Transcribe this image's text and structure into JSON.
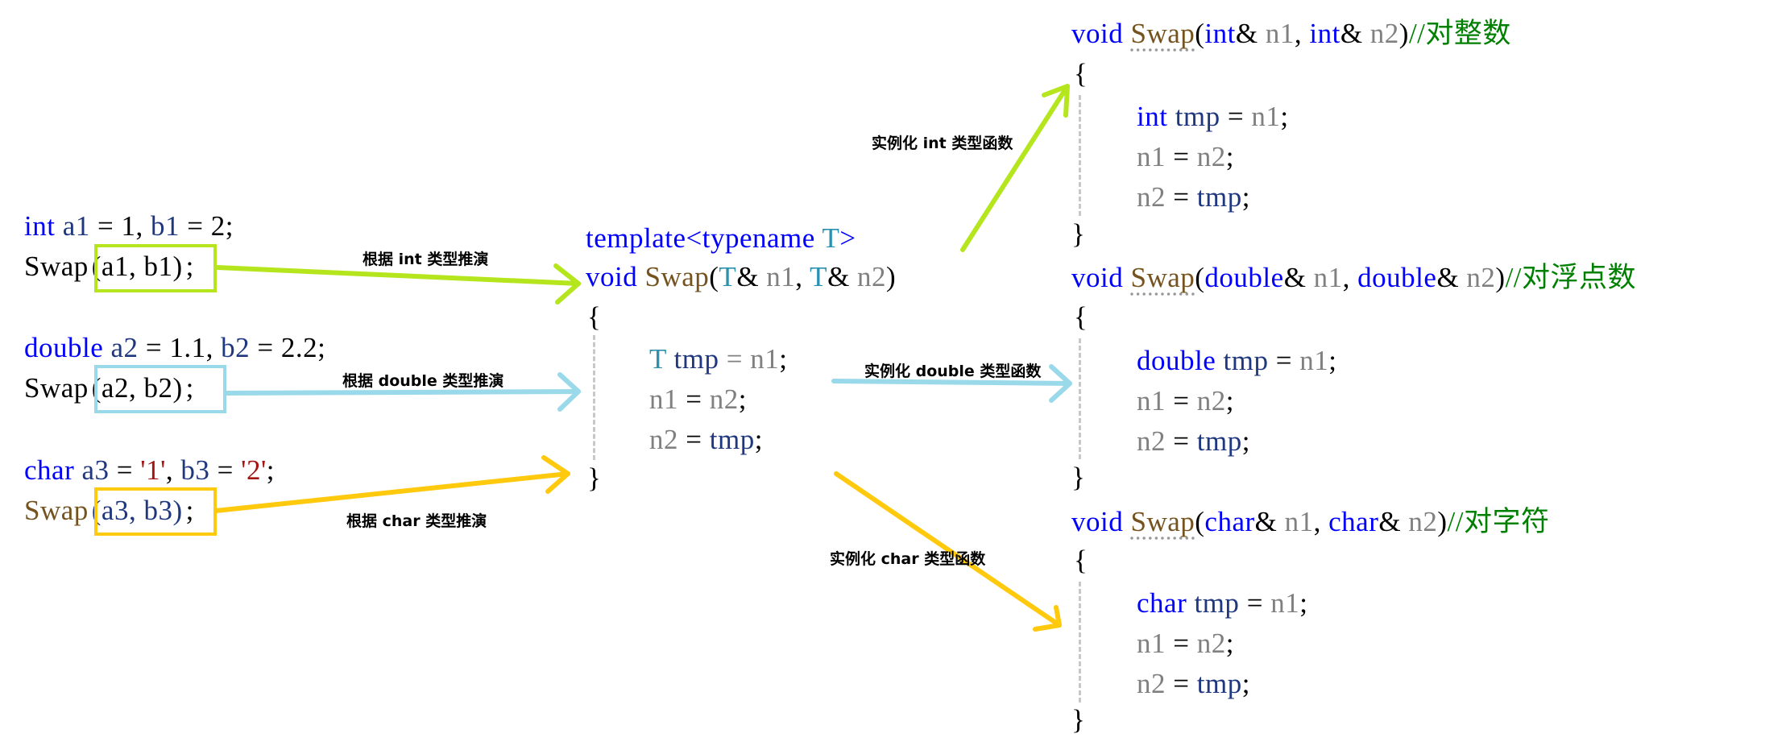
{
  "colors": {
    "int_arrow": "#b5e61d",
    "double_arrow": "#99d9ea",
    "char_arrow": "#ffc90e",
    "keyword": "#0000ff",
    "variable": "#1f377f",
    "parameter": "#808080",
    "function": "#74531f",
    "type_param": "#2b91af",
    "char_literal": "#a31515",
    "comment": "#008000"
  },
  "calls": [
    {
      "decl": {
        "type": "int",
        "a": "a1",
        "eq1": " = ",
        "va": "1",
        "sep": ", ",
        "b": "b1",
        "eq2": " = ",
        "vb": "2",
        "end": ";"
      },
      "call": {
        "fn": "Swap",
        "args": "(a1, b1)",
        "end": ";"
      },
      "deduce_label": "根据 int 类型推演"
    },
    {
      "decl": {
        "type": "double",
        "a": "a2",
        "eq1": " = ",
        "va": "1.1",
        "sep": ", ",
        "b": "b2",
        "eq2": " = ",
        "vb": "2.2",
        "end": ";"
      },
      "call": {
        "fn": "Swap",
        "args": "(a2, b2)",
        "end": ";"
      },
      "deduce_label": "根据 double 类型推演"
    },
    {
      "decl": {
        "type": "char",
        "a": "a3",
        "eq1": " = ",
        "va": "'1'",
        "sep": ", ",
        "b": "b3",
        "eq2": " = ",
        "vb": "'2'",
        "end": ";"
      },
      "call": {
        "fn": "Swap",
        "args": "(a3, b3)",
        "end": ";"
      },
      "deduce_label": "根据 char 类型推演"
    }
  ],
  "template": {
    "line1_kw": "template",
    "line1_lt": "<",
    "line1_kw2": "typename",
    "line1_T": " T",
    "line1_gt": ">",
    "sig_void": "void ",
    "sig_fn": "Swap",
    "sig_open": "(",
    "sig_T1": "T",
    "sig_amp1": "& ",
    "sig_n1": "n1",
    "sig_comma": ", ",
    "sig_T2": "T",
    "sig_amp2": "& ",
    "sig_n2": "n2",
    "sig_close": ")",
    "brace_open": "{",
    "body1_T": "T",
    "body1_tmp": " tmp",
    "body1_eq": " = ",
    "body1_n1": "n1",
    "body1_end": ";",
    "body2_n1": "n1",
    "body2_eq": " = ",
    "body2_n2": "n2",
    "body2_end": ";",
    "body3_n2": "n2",
    "body3_eq": " = ",
    "body3_tmp": "tmp",
    "body3_end": ";",
    "brace_close": "}"
  },
  "instantiation_labels": {
    "int": "实例化 int 类型函数",
    "double": "实例化 double 类型函数",
    "char": "实例化 char 类型函数"
  },
  "instances": [
    {
      "void": "void ",
      "fn": "Swap",
      "open": "(",
      "type1": "int",
      "amp1": "& ",
      "n1": "n1",
      "comma": ", ",
      "type2": "int",
      "amp2": "& ",
      "n2": "n2",
      "close": ")",
      "comment": "//对整数",
      "brace_open": "{",
      "body_type": "int",
      "body_tmp": " tmp",
      "eq": " = ",
      "body_n1": "n1",
      "semi": ";",
      "l2_n1": "n1",
      "l2_n2": "n2",
      "l3_n2": "n2",
      "l3_tmp": "tmp",
      "brace_close": "}"
    },
    {
      "void": "void ",
      "fn": "Swap",
      "open": "(",
      "type1": "double",
      "amp1": "& ",
      "n1": "n1",
      "comma": ", ",
      "type2": "double",
      "amp2": "& ",
      "n2": "n2",
      "close": ")",
      "comment": "//对浮点数",
      "brace_open": "{",
      "body_type": "double",
      "body_tmp": " tmp",
      "eq": " = ",
      "body_n1": "n1",
      "semi": ";",
      "l2_n1": "n1",
      "l2_n2": "n2",
      "l3_n2": "n2",
      "l3_tmp": "tmp",
      "brace_close": "}"
    },
    {
      "void": "void ",
      "fn": "Swap",
      "open": "(",
      "type1": "char",
      "amp1": "& ",
      "n1": "n1",
      "comma": ", ",
      "type2": "char",
      "amp2": "& ",
      "n2": "n2",
      "close": ")",
      "comment": "//对字符",
      "brace_open": "{",
      "body_type": "char",
      "body_tmp": " tmp",
      "eq": " = ",
      "body_n1": "n1",
      "semi": ";",
      "l2_n1": "n1",
      "l2_n2": "n2",
      "l3_n2": "n2",
      "l3_tmp": "tmp",
      "brace_close": "}"
    }
  ]
}
